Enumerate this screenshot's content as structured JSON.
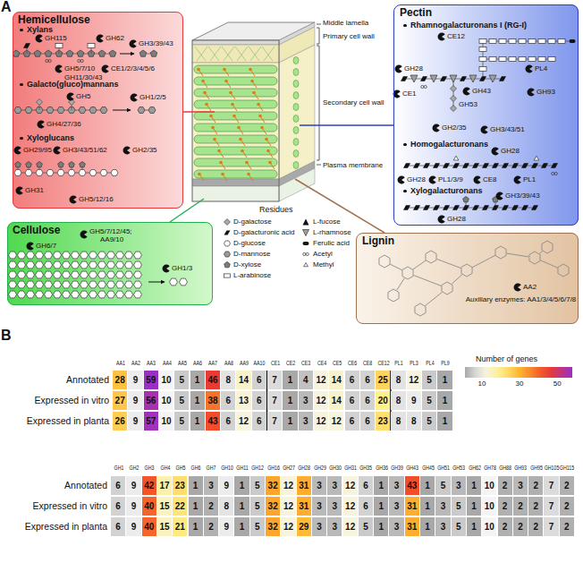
{
  "diagram": {
    "nodes": [
      {
        "text": [
          "Hemicellulose",
          "Xylans",
          "Galacto(gluco)mannans",
          "Xyloglucans"
        ]
      },
      {
        "text": [
          "Pectin",
          "Rhamnogalacturonans I (RG-I)",
          "Homogalacturonans",
          "Xylogalacturonans"
        ]
      },
      {
        "text": [
          "Cellulose"
        ]
      },
      {
        "text": [
          "Lignin"
        ]
      }
    ],
    "labels": [
      "A",
      "GH115",
      "GH62",
      "GH5/7/10",
      "GH11/30/43",
      "CE1/2/3/4/5/6",
      "GH3/39/43",
      "GH5",
      "GH1/2/5",
      "GH4/27/36",
      "GH29/95",
      "GH3/43/51/62",
      "GH2/35",
      "GH31",
      "GH5/12/16",
      "CE12",
      "PL4",
      "GH28",
      "CE1",
      "GH43",
      "GH53",
      "GH2/35",
      "GH93",
      "GH3/43/51",
      "GH28",
      "GH28",
      "PL1/3/9",
      "CE8",
      "PL1",
      "GH3/39/43",
      "GH28",
      "GH6/7",
      "GH5/7/12/45;",
      "AA9/10",
      "GH1/3",
      "AA2",
      "Auxiliary enzymes: AA1/3/4/5/6/7/8",
      "Middle lamella",
      "Primary cell wall",
      "Secondary cell wall",
      "Plasma membrane",
      "Residues",
      "B",
      "AA1",
      "AA2",
      "AA3",
      "AA4",
      "AA5",
      "AA6",
      "AA7",
      "AA8",
      "AA9",
      "AA10",
      "CE1",
      "CE2",
      "CE3",
      "CE4",
      "CE5",
      "CE6",
      "CE8",
      "CE12",
      "PL1",
      "PL3",
      "PL4",
      "PL9",
      "Annotated",
      "28",
      "9",
      "59",
      "10",
      "5",
      "1",
      "46",
      "8",
      "14",
      "6",
      "7",
      "1",
      "4",
      "12",
      "14",
      "6",
      "6",
      "25",
      "8",
      "12",
      "5",
      "1",
      "Expressed in vitro",
      "27",
      "9",
      "56",
      "10",
      "5",
      "1",
      "38",
      "6",
      "13",
      "6",
      "7",
      "1",
      "3",
      "12",
      "14",
      "6",
      "6",
      "20",
      "8",
      "9",
      "5",
      "1",
      "Expressed in planta",
      "26",
      "9",
      "57",
      "10",
      "5",
      "1",
      "43",
      "6",
      "12",
      "6",
      "7",
      "1",
      "3",
      "12",
      "12",
      "6",
      "6",
      "23",
      "8",
      "8",
      "5",
      "1",
      "Number of genes",
      "10",
      "30",
      "50",
      "GH1",
      "GH2",
      "GH3",
      "GH4",
      "GH5",
      "GH6",
      "GH7",
      "GH10",
      "GH11",
      "GH12",
      "GH16",
      "GH27",
      "GH28",
      "GH29",
      "GH30",
      "GH31",
      "GH35",
      "GH36",
      "GH39",
      "GH43",
      "GH45",
      "GH51",
      "GH53",
      "GH62",
      "GH78",
      "GH88",
      "GH93",
      "GH95",
      "GH105",
      "GH115",
      "Annotated",
      "6",
      "9",
      "42",
      "17",
      "23",
      "1",
      "3",
      "9",
      "1",
      "5",
      "32",
      "12",
      "31",
      "3",
      "3",
      "12",
      "6",
      "1",
      "3",
      "43",
      "1",
      "5",
      "3",
      "1",
      "10",
      "2",
      "3",
      "2",
      "7",
      "2",
      "Expressed in vitro",
      "6",
      "9",
      "40",
      "15",
      "22",
      "1",
      "2",
      "8",
      "1",
      "5",
      "32",
      "12",
      "31",
      "3",
      "3",
      "12",
      "6",
      "1",
      "3",
      "31",
      "1",
      "3",
      "5",
      "1",
      "10",
      "2",
      "2",
      "2",
      "7",
      "2",
      "Expressed in planta",
      "6",
      "9",
      "40",
      "15",
      "21",
      "1",
      "2",
      "9",
      "1",
      "5",
      "32",
      "12",
      "29",
      "3",
      "3",
      "12",
      "5",
      "1",
      "3",
      "31",
      "1",
      "3",
      "5",
      "1",
      "10",
      "2",
      "2",
      "2",
      "7",
      "2"
    ],
    "legend": [
      {
        "text": "D-galactose"
      },
      {
        "text": "D-galacturonic acid"
      },
      {
        "text": "D-glucose"
      },
      {
        "text": "D-mannose"
      },
      {
        "text": "D-xylose"
      },
      {
        "text": "L-arabinose"
      },
      {
        "text": "L-fucose"
      },
      {
        "text": "L-rhamnose"
      },
      {
        "text": "Ferulic acid"
      },
      {
        "text": "Acetyl"
      },
      {
        "text": "Methyl"
      }
    ]
  }
}
